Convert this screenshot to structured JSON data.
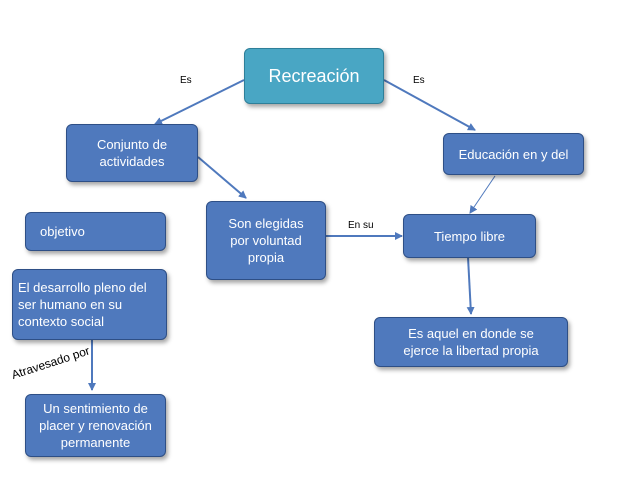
{
  "nodes": {
    "recreacion": "Recreación",
    "conjunto": "Conjunto de actividades",
    "educacion": "Educación en y del",
    "objetivo": "objetivo",
    "elegidas": "Son elegidas por voluntad propia",
    "tiempo": "Tiempo libre",
    "desarrollo": "El desarrollo pleno del ser humano en su contexto social",
    "aquel": "Es aquel en donde se ejerce la libertad propia",
    "sentimiento": "Un sentimiento de placer y renovación permanente"
  },
  "edge_labels": {
    "es_left": "Es",
    "es_right": "Es",
    "en_su": "En su",
    "atravesado": "Atravesado por"
  },
  "colors": {
    "node_fill": "#4f79bd",
    "root_fill": "#49a6c4",
    "arrow": "#4f79bd"
  }
}
